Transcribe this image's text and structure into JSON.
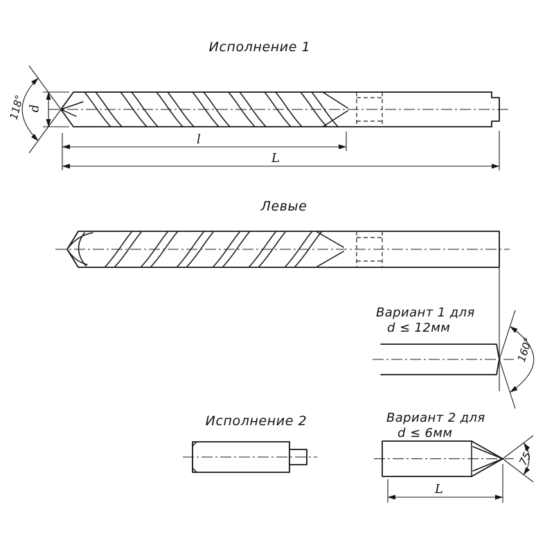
{
  "labels": {
    "title_version1": "Исполнение 1",
    "title_left": "Левые",
    "variant1_line1": "Вариант 1 для",
    "variant1_line2": "d ≤ 12мм",
    "title_version2": "Исполнение 2",
    "variant2_line1": "Вариант 2 для",
    "variant2_line2": "d ≤ 6мм"
  },
  "dims": {
    "point_angle": "118°",
    "diameter_label": "d",
    "flute_length_label": "l",
    "overall_length_label": "L",
    "shank_end_angle": "160°",
    "variant2_point_angle": "75°",
    "variant2_length_label": "L"
  },
  "colors": {
    "ink": "#1a1a1a",
    "background": "#ffffff"
  }
}
